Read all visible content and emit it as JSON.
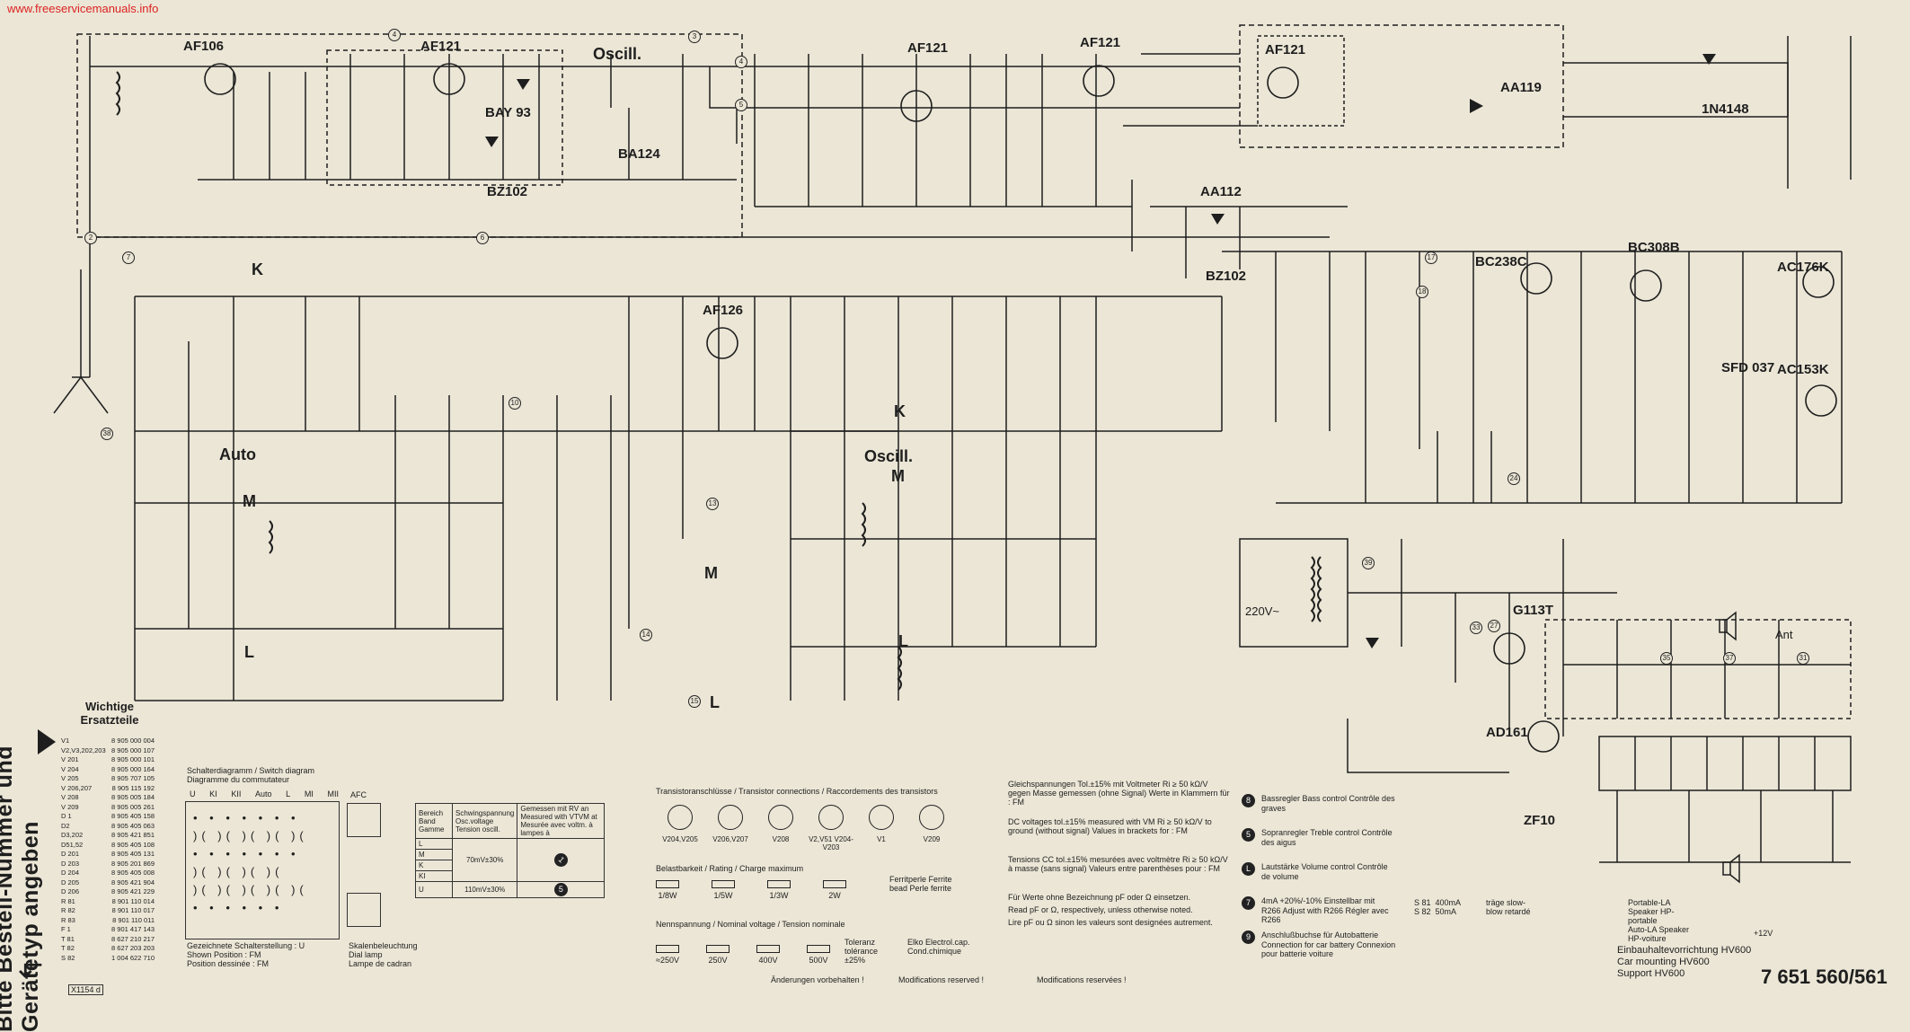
{
  "url": "www.freeservicemanuals.info",
  "vertical_note": "Bitte Bestell-Nummer und Gerätetyp angeben",
  "parts": {
    "title": "Wichtige Ersatzteile",
    "rows": [
      [
        "V1",
        "8 905 000 004"
      ],
      [
        "V2,V3,202,203",
        "8 905 000 107"
      ],
      [
        "V 201",
        "8 905 000 101"
      ],
      [
        "V 204",
        "8 905 000 164"
      ],
      [
        "V 205",
        "8 905 707 105"
      ],
      [
        "V 206,207",
        "8 905 115 192"
      ],
      [
        "V 208",
        "8 905 005 184"
      ],
      [
        "V 209",
        "8 905 005 261"
      ],
      [
        "D 1",
        "8 905 405 158"
      ],
      [
        "D2",
        "8 905 405 063"
      ],
      [
        "D3,202",
        "8 905 421 851"
      ],
      [
        "D51,52",
        "8 905 405 108"
      ],
      [
        "D 201",
        "8 905 405 131"
      ],
      [
        "D 203",
        "8 905 201 869"
      ],
      [
        "D 204",
        "8 905 405 008"
      ],
      [
        "D 205",
        "8 905 421 904"
      ],
      [
        "D 206",
        "8 905 421 229"
      ],
      [
        "R 81",
        "8 901 110 014"
      ],
      [
        "R 82",
        "8 901 110 017"
      ],
      [
        "R 83",
        "8 901 110 011"
      ],
      [
        "F 1",
        "8 901 417 143"
      ],
      [
        "T 81",
        "8 627 210 217"
      ],
      [
        "T 82",
        "8 627 203 203"
      ],
      [
        "S 82",
        "1 004 622 710"
      ]
    ]
  },
  "blocks": {
    "tr_af106": "AF106",
    "tr_af121_a": "AF121",
    "tr_af121_b": "AF121",
    "tr_af121_c": "AF121",
    "tr_af121_d": "AF121",
    "tr_af126": "AF126",
    "tr_bc238c": "BC238C",
    "tr_bc308b": "BC308B",
    "tr_ac176k": "AC176K",
    "tr_ac153k": "AC153K",
    "tr_g113t": "G113T",
    "tr_ad161": "AD161",
    "d_bay93": "BAY 93",
    "d_ba124": "BA124",
    "d_bz102_a": "BZ102",
    "d_bz102_b": "BZ102",
    "d_aa119": "AA119",
    "d_aa112": "AA112",
    "d_1n4148": "1N4148",
    "d_sfd037": "SFD 037",
    "d_zf10": "ZF10",
    "oscill_top": "Oscill.",
    "oscill_mid": "Oscill.",
    "band_k1": "K",
    "band_k2": "K",
    "band_m1": "M",
    "band_m2": "M",
    "band_m3": "M",
    "band_l1": "L",
    "band_l2": "L",
    "band_l3": "L",
    "auto": "Auto",
    "mains": "220V~",
    "ant": "Ant"
  },
  "switch": {
    "title_de": "Schalterdiagramm / Switch diagram",
    "title_fr": "Diagramme du commutateur",
    "cols": [
      "U",
      "KI",
      "KII",
      "Auto",
      "L",
      "MI",
      "MII"
    ],
    "afc": "AFC",
    "caption_1": "Gezeichnete Schalterstellung : U",
    "caption_2": "Shown Position : FM",
    "caption_3": "Position dessinée : FM",
    "lamp_1": "Skalenbeleuchtung",
    "lamp_2": "Dial lamp",
    "lamp_3": "Lampe de cadran"
  },
  "osc_table": {
    "h1": "Bereich Band Gamme",
    "h2": "Schwingspannung Osc.voltage Tension oscill.",
    "h3": "Gemessen mit RV an Measured with VTVM at Mesurée avec voltm. à lampes à",
    "bands": [
      "L",
      "M",
      "K",
      "KI",
      "U"
    ],
    "v1": "70mV±30%",
    "v2": "110mV±30%",
    "m1": "1",
    "m2": "5"
  },
  "transistor_conn": {
    "title": "Transistoranschlüsse / Transistor connections / Raccordements des transistors",
    "types": [
      "V204,V205",
      "V206,V207",
      "V208",
      "V2,V51 V204-V203",
      "V1",
      "V209"
    ]
  },
  "rating": {
    "title": "Belastbarkeit / Rating / Charge maximum",
    "items": [
      "1/8W",
      "1/5W",
      "1/3W",
      "2W"
    ],
    "ferrite": "Ferritperle Ferrite bead Perle ferrite"
  },
  "voltage_rating": {
    "title": "Nennspannung / Nominal voltage / Tension nominale",
    "items": [
      "≈250V",
      "250V",
      "400V",
      "500V"
    ],
    "tolerance": "Toleranz tolérance ±25%",
    "elko": "Elko Electrol.cap. Cond.chimique"
  },
  "notes": {
    "dc_1": "Gleichspannungen Tol.±15% mit Voltmeter Ri ≥ 50 kΩ/V gegen Masse gemessen (ohne Signal) Werte in Klammern für : FM",
    "dc_2": "DC voltages tol.±15% measured with VM Ri ≥ 50 kΩ/V to ground (without signal) Values in brackets for : FM",
    "dc_3": "Tensions CC tol.±15% mesurées avec voltmètre Ri ≥ 50 kΩ/V à masse (sans signal) Valeurs entre parenthèses pour : FM",
    "units_1": "Für Werte ohne Bezeichnung pF oder Ω einsetzen.",
    "units_2": "Read pF or Ω, respectively, unless otherwise noted.",
    "units_3": "Lire pF ou Ω sinon les valeurs sont designées autrement.",
    "changes_de": "Änderungen vorbehalten !",
    "changes_en": "Modifications reserved !",
    "changes_fr": "Modifications reservées !"
  },
  "controls": [
    {
      "num": "8",
      "text": "Bassregler Bass control Contrôle des graves"
    },
    {
      "num": "5",
      "text": "Sopranregler Treble control Contrôle des aigus"
    },
    {
      "num": "L",
      "text": "Lautstärke Volume control Contrôle de volume"
    },
    {
      "num": "7",
      "text": "4mA +20%/-10% Einstellbar mit R266 Adjust with R266 Régler avec R266"
    },
    {
      "num": "9",
      "text": "Anschlußbuchse für Autobatterie Connection for car battery Connexion pour batterie voiture"
    }
  ],
  "fuses": {
    "s81": "S 81",
    "s81_val": "400mA",
    "s82": "S 82",
    "s82_val": "50mA",
    "type": "träge slow-blow retardé"
  },
  "mount": {
    "l1": "Einbauhaltevorrichtung HV600",
    "l2": "Car mounting HV600",
    "l3": "Support HV600"
  },
  "docnum": "7 651 560/561",
  "code": "X1154 d",
  "speaker_1": "Portable-LA Speaker HP-portable",
  "speaker_2": "Auto-LA Speaker HP-voiture",
  "battery": "+12V"
}
